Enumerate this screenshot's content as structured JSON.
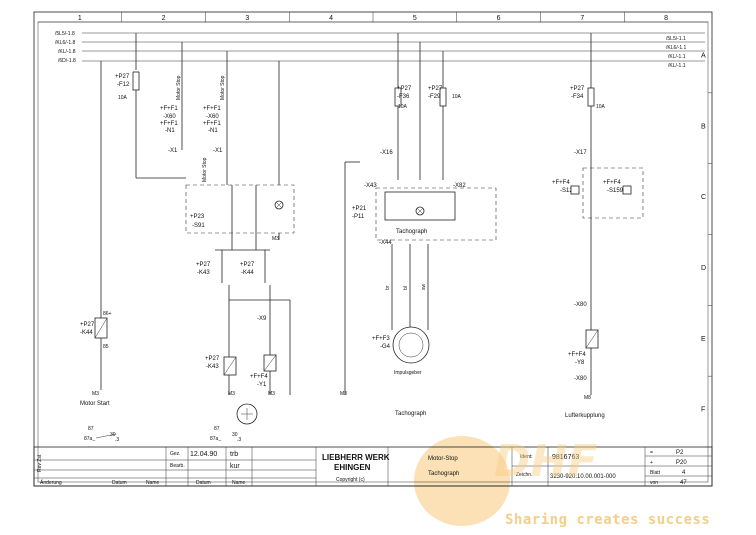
{
  "grid": {
    "columns": [
      "1",
      "2",
      "3",
      "4",
      "5",
      "6",
      "7",
      "8"
    ],
    "rows": [
      "A",
      "B",
      "C",
      "D",
      "E",
      "F"
    ]
  },
  "rails": {
    "left": [
      "/5L5/-1.8",
      "/KL6/-1.8",
      "/KL/-1.8",
      "/6D/-1.8"
    ],
    "right": [
      "/5L5/-1.1",
      "/KL6/-1.1",
      "/KL/-1.1",
      "/KL/-1.1"
    ]
  },
  "components": {
    "fuse1": {
      "loc": "+P27",
      "tag": "-F12",
      "rating": "10A"
    },
    "fuse2": {
      "loc": "+P27",
      "tag": "-F36",
      "rating": "10A"
    },
    "fuse3": {
      "loc": "+P27",
      "tag": "-F29",
      "rating": "10A"
    },
    "fuse4": {
      "loc": "+P27",
      "tag": "-F34",
      "rating": "10A"
    },
    "stop1": {
      "loc": "+F+F1",
      "tag1": "-X60",
      "loc2": "+F+F1",
      "tag2": "-N1",
      "terminal": "-X1",
      "label": "Motor Stop"
    },
    "stop2": {
      "loc": "+F+F1",
      "tag1": "-X60",
      "loc2": "+F+F1",
      "tag2": "-N1",
      "terminal": "-X1",
      "label": "Motor Stop"
    },
    "switch": {
      "loc": "+P23",
      "tag": "-S91",
      "label": "Motor Stop"
    },
    "relayK43a": {
      "loc": "+P27",
      "tag": "-K43"
    },
    "relayK44a": {
      "loc": "+P27",
      "tag": "-K44"
    },
    "coilK44": {
      "loc": "+P27",
      "tag": "-K44"
    },
    "coilK43": {
      "loc": "+P27",
      "tag": "-K43"
    },
    "valveY1": {
      "loc": "+F+F4",
      "tag": "-Y1"
    },
    "termX9": "-X9",
    "termX16": "-X16",
    "termX43": "-X43",
    "termX82": "-X82",
    "termX44": "-X44",
    "tacho": {
      "loc": "+P21",
      "tag": "-P11",
      "label": "Tachograph"
    },
    "sensor": {
      "loc": "+F+F3",
      "tag": "-G4",
      "label": "Impulsgeber"
    },
    "termX17": "-X17",
    "sw125": {
      "loc": "+F+F4",
      "tag": "-S125"
    },
    "sw159": {
      "loc": "+F+F4",
      "tag": "-S159"
    },
    "termX80a": "-X80",
    "valveY8": {
      "loc": "+F+F4",
      "tag": "-Y8"
    },
    "termX80b": "-X80"
  },
  "wires": [
    "br",
    "bl",
    "sw"
  ],
  "captions": [
    "Motor Start",
    "Tachograph",
    "Lufterkupplung"
  ],
  "title_block": {
    "date": "12.04.90",
    "drawn_by": "trb",
    "checked": "kur",
    "row_labels": [
      "Gez.",
      "Bearb."
    ],
    "company": "LIEBHERR WERK",
    "city": "EHINGEN",
    "copyright": "Copyright (c)",
    "title1": "Motor-Stop",
    "title2": "Tachograph",
    "ident_label": "Ident:",
    "ident": "9816763",
    "drawing_label": "Zeichn.",
    "drawing_no": "3230-920.10.00.001-000",
    "right_col": [
      "P2",
      "P20",
      "4",
      "47"
    ],
    "right_labels": [
      "=",
      "+",
      "Blatt",
      "von"
    ],
    "bottom_labels": [
      "Änderung",
      "Datum",
      "Name",
      "Datum",
      "Name"
    ]
  },
  "watermark": {
    "logo": "DHF",
    "text": "Sharing creates success"
  }
}
